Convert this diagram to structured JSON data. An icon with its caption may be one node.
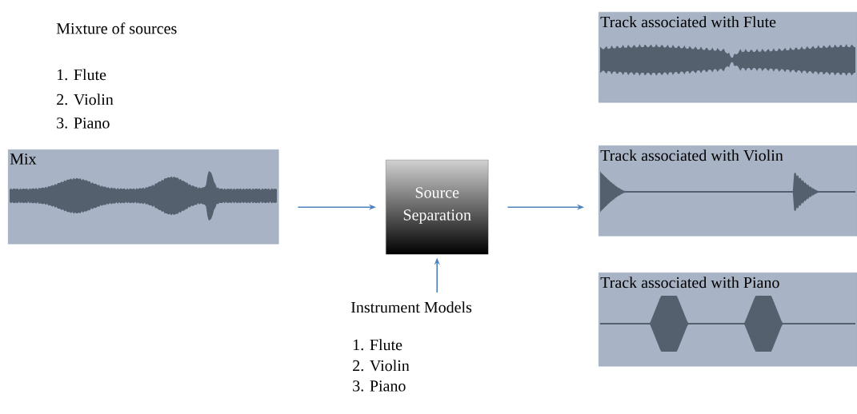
{
  "diagram": {
    "nodes": [
      {
        "text": [
          "Mix"
        ]
      },
      {
        "text": [
          "Source Separation"
        ]
      },
      {
        "text": [
          "Track associated with Flute"
        ]
      },
      {
        "text": [
          "Track associated with Violin"
        ]
      },
      {
        "text": [
          "Track associated with Piano"
        ]
      },
      {
        "text": [
          "Instrument Models"
        ]
      }
    ],
    "edges": [
      {
        "from": 0,
        "to": 1,
        "arrow": "to"
      },
      {
        "from": 1,
        "to": 3,
        "arrow": "to"
      },
      {
        "from": 5,
        "to": 1,
        "arrow": "to"
      }
    ],
    "labels": [
      "Mixture of sources",
      "1. Flute",
      "2. Violin",
      "3. Piano",
      "1. Flute",
      "2. Violin",
      "3. Piano"
    ]
  }
}
